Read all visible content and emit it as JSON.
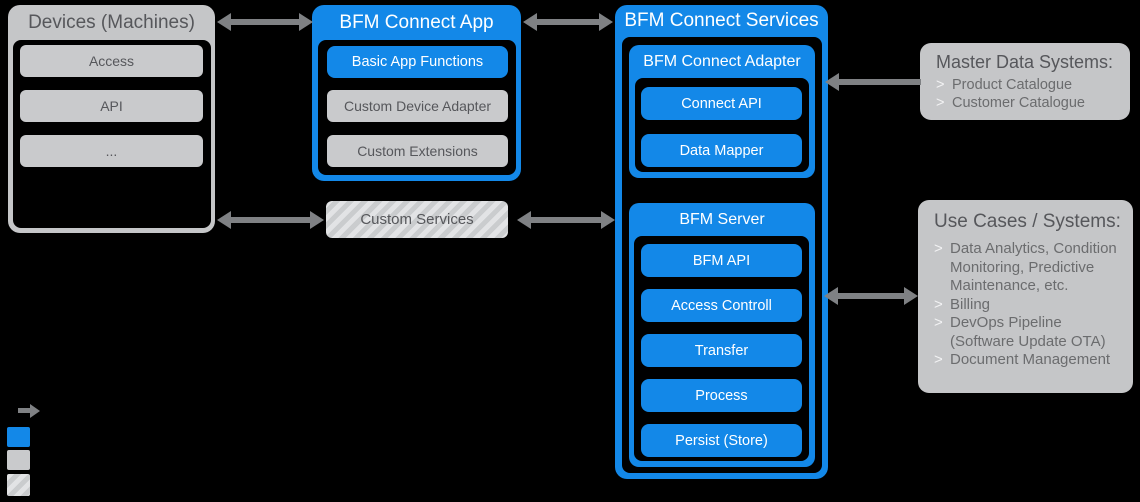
{
  "bullet_char": ">",
  "devices": {
    "title": "Devices (Machines)",
    "items": [
      "Access",
      "API",
      "..."
    ]
  },
  "app": {
    "title": "BFM Connect App",
    "items": [
      "Basic App Functions",
      "Custom Device Adapter",
      "Custom Extensions"
    ]
  },
  "custom_services": {
    "label": "Custom Services"
  },
  "services": {
    "title": "BFM Connect Services",
    "adapter": {
      "title": "BFM Connect Adapter",
      "items": [
        "Connect API",
        "Data Mapper"
      ]
    },
    "server": {
      "title": "BFM Server",
      "items": [
        "BFM API",
        "Access Controll",
        "Transfer",
        "Process",
        "Persist (Store)"
      ]
    }
  },
  "master_data": {
    "title": "Master Data Systems:",
    "bullets": [
      "Product Catalogue",
      "Customer Catalogue"
    ]
  },
  "use_cases": {
    "title": "Use Cases / Systems:",
    "bullets": [
      "Data Analytics, Condition Monitoring, Predictive Maintenance, etc.",
      "Billing",
      "DevOps Pipeline (Software Update OTA)",
      "Document Management"
    ]
  },
  "colors": {
    "blue": "#1388E8",
    "box_gray": "#C5C6C8",
    "item_gray": "#C9CACC",
    "arrow_gray": "#7F8184",
    "dark_text": "#56575B",
    "background": "#000000"
  }
}
